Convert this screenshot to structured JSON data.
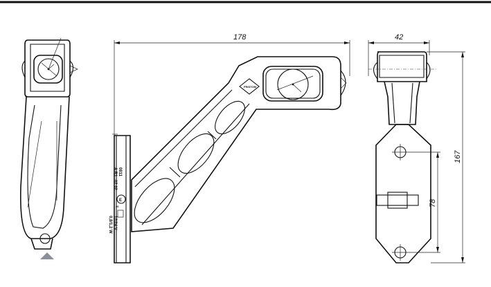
{
  "dimensions": {
    "overall_length": "178",
    "side_width": "42",
    "overall_height": "167",
    "hole_spacing": "78"
  },
  "markings": {
    "line1": "0811",
    "line2": "A R1",
    "line3": "02 02",
    "approval": "E",
    "approval_num": "20",
    "line4": "12/24 V",
    "line5": "0,8/1,2 W"
  },
  "logo": "FRISTOM"
}
